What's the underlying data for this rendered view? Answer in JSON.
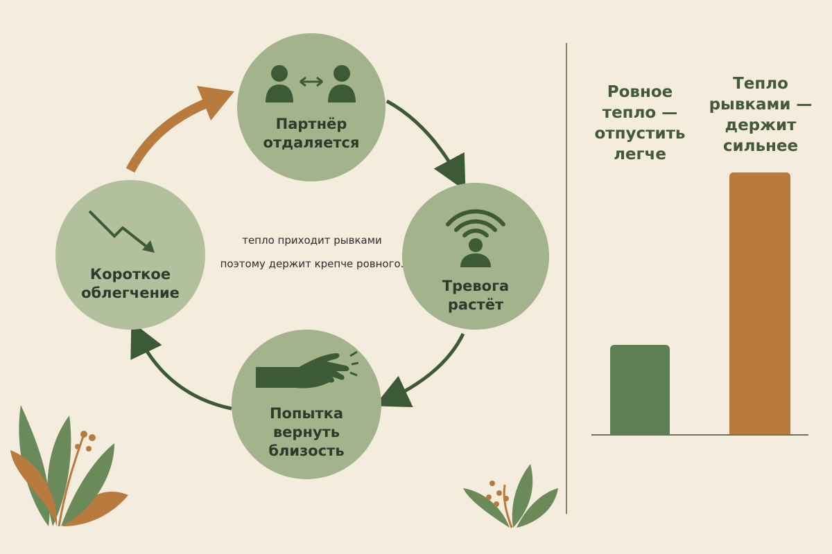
{
  "cycle": {
    "nodes": [
      {
        "id": "partner",
        "label": "Партнёр\nотдаляется",
        "icon": "two-people-arrows-icon"
      },
      {
        "id": "anxiety",
        "label": "Тревога\nрастёт",
        "icon": "person-signal-waves-icon"
      },
      {
        "id": "attempt",
        "label": "Попытка\nвернуть\nблизость",
        "icon": "reaching-hand-icon"
      },
      {
        "id": "relief",
        "label": "Короткое\nоблегчение",
        "icon": "zigzag-down-arrow-icon"
      }
    ],
    "center_note": [
      "тепло приходит рывками",
      "поэтому держит крепче ровного."
    ]
  },
  "comparison": {
    "bars": [
      {
        "label": "Ровное\nтепло —\nотпустить\nлегче",
        "value": 0.34,
        "color": "#5f7f55"
      },
      {
        "label": "Тепло\nрывками —\nдержит\nсильнее",
        "value": 1.0,
        "color": "#b97a3d"
      }
    ]
  },
  "colors": {
    "background": "#f4ecdd",
    "node_fill": "#a3b38c",
    "node_fill_light": "#b3c09d",
    "dark_green": "#3d5a36",
    "accent_orange": "#b97a3d",
    "leaf_green": "#6b8a5a"
  }
}
